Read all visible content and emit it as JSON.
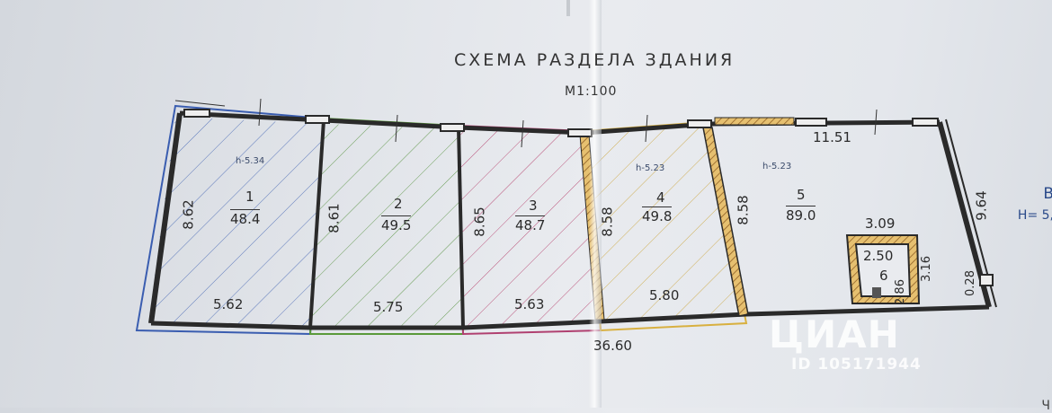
{
  "title": "СХЕМА РАЗДЕЛА ЗДАНИЯ",
  "scale": "М1:100",
  "rooms": [
    {
      "number": "1",
      "area": "48.4",
      "height": "h-5.34",
      "side": "8.62",
      "width": "5.62",
      "color": "#3a5db0"
    },
    {
      "number": "2",
      "area": "49.5",
      "side": "8.61",
      "width": "5.75",
      "color": "#5a9a3a"
    },
    {
      "number": "3",
      "area": "48.7",
      "side": "8.65",
      "width": "5.63",
      "color": "#b04070"
    },
    {
      "number": "4",
      "area": "49.8",
      "height": "h-5.23",
      "side": "8.58",
      "width": "5.80",
      "color": "#d8b040"
    },
    {
      "number": "5",
      "area": "89.0",
      "height": "h-5.23",
      "side": "8.58",
      "top_width": "11.51",
      "right_side": "9.64"
    },
    {
      "number": "6",
      "width_outer": "3.09",
      "width_inner": "2.50",
      "side_inner": "2.86",
      "side_outer": "3.16"
    }
  ],
  "small_dim": "0.28",
  "total_length": "36.60",
  "edge_label": "В",
  "edge_height": "Н= 5,",
  "bottom_text": "Ч",
  "watermark": "ЦИАН",
  "watermark_id": "ID 105171944"
}
